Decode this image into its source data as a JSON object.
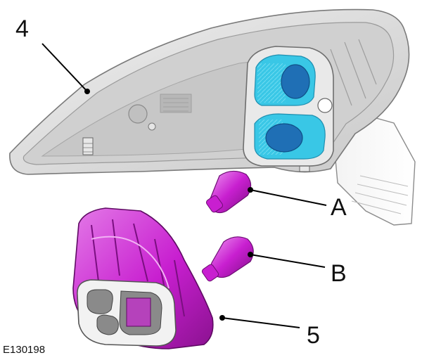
{
  "figure": {
    "reference_code": "E130198",
    "callouts": [
      {
        "id": "housing",
        "label": "4"
      },
      {
        "id": "bulb-a",
        "label": "A"
      },
      {
        "id": "bulb-b",
        "label": "B"
      },
      {
        "id": "holder",
        "label": "5"
      }
    ]
  },
  "colors": {
    "housing_fill": "#d9d9d9",
    "housing_outline": "#8c8c8c",
    "socket_cyan": "#39c7e6",
    "socket_blue": "#1f6fb5",
    "part_magenta": "#c81fd0",
    "part_magenta_dark": "#8a128f",
    "part_light": "#ef9af2"
  }
}
